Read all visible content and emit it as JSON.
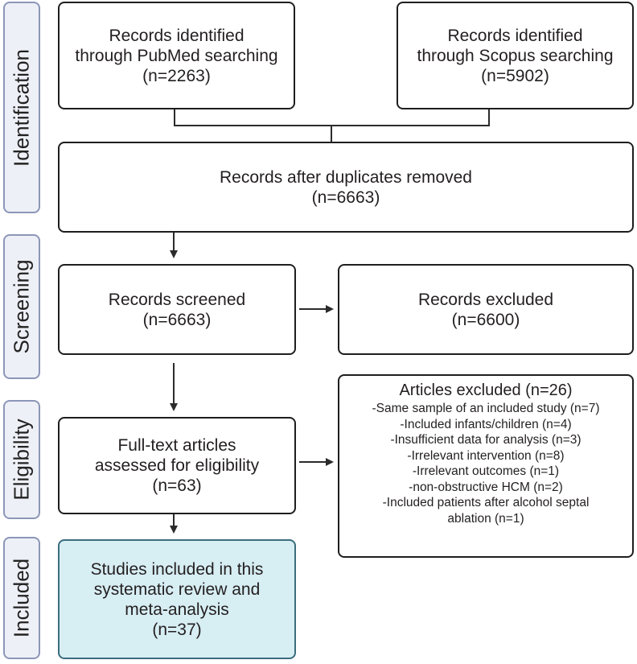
{
  "stages": {
    "identification": "Identification",
    "screening": "Screening",
    "eligibility": "Eligibility",
    "included": "Included"
  },
  "boxes": {
    "pubmed": [
      "Records identified",
      "through PubMed searching",
      "(n=2263)"
    ],
    "scopus": [
      "Records identified",
      "through Scopus searching",
      "(n=5902)"
    ],
    "duplicates": [
      "Records after duplicates removed",
      "(n=6663)"
    ],
    "screened": [
      "Records screened",
      "(n=6663)"
    ],
    "excluded": [
      "Records excluded",
      "(n=6600)"
    ],
    "fulltext": [
      "Full-text articles",
      "assessed for eligibility",
      "(n=63)"
    ],
    "included": [
      "Studies included in this",
      "systematic review and",
      "meta-analysis",
      "(n=37)"
    ]
  },
  "articles_excluded": {
    "title": "Articles excluded (n=26)",
    "reasons": [
      "-Same sample of an included study (n=7)",
      "-Included infants/children (n=4)",
      "-Insufficient data for analysis (n=3)",
      "-Irrelevant intervention (n=8)",
      "-Irrelevant outcomes (n=1)",
      "-non-obstructive HCM (n=2)",
      "-Included patients after alcohol septal",
      "ablation (n=1)"
    ]
  },
  "colors": {
    "stage_fill": "#eef0f7",
    "stage_border": "#8c96b8",
    "included_fill": "#d7eef3",
    "included_border": "#3a6d7d"
  }
}
